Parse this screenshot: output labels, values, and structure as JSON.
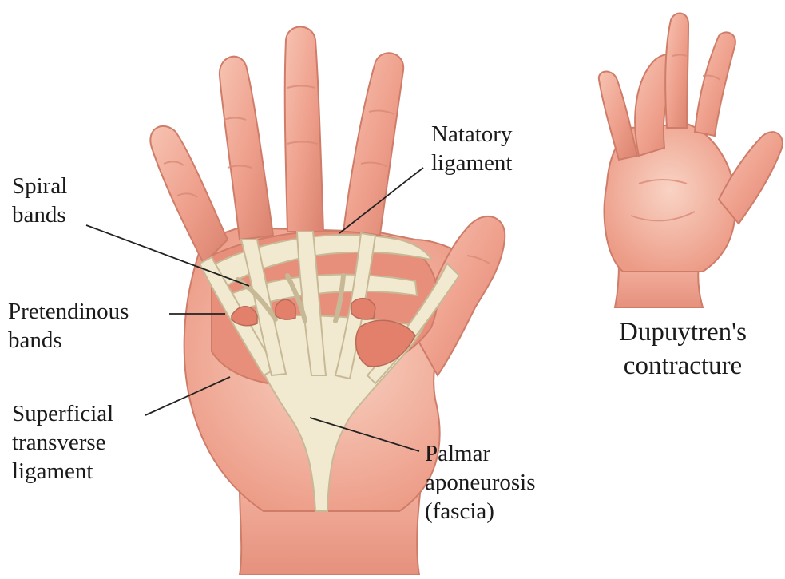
{
  "labels": {
    "natatory": [
      "Natatory",
      "ligament"
    ],
    "spiral": [
      "Spiral",
      "bands"
    ],
    "pretendinous": [
      "Pretendinous",
      "bands"
    ],
    "superficial": [
      "Superficial",
      "transverse",
      "ligament"
    ],
    "palmar": [
      "Palmar",
      "aponeurosis",
      "(fascia)"
    ]
  },
  "caption": [
    "Dupuytren's",
    "contracture"
  ],
  "colors": {
    "skin": "#f0a896",
    "skin_shadow": "#d9826f",
    "skin_light": "#f8cdbd",
    "fascia": "#f1ead0",
    "fascia_edge": "#c7b996",
    "leader": "#222222"
  }
}
